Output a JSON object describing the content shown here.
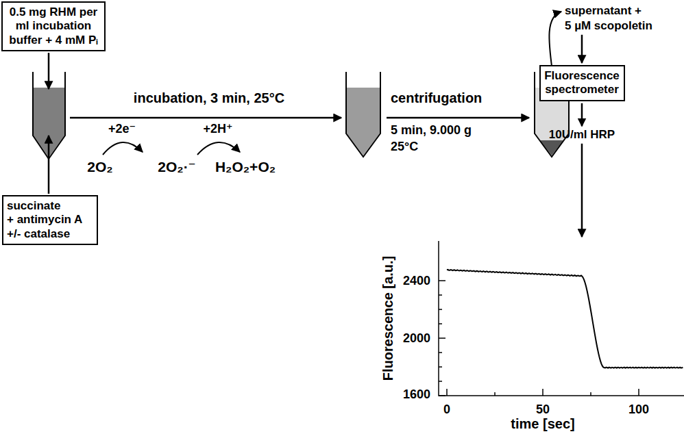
{
  "diagram": {
    "nodes": [
      {
        "text": [
          "0.5 mg RHM per ml incubation buffer + 4 mM Pᵢ"
        ]
      },
      {
        "text": [
          "succinate",
          "+ antimycin A",
          "+/- catalase"
        ]
      },
      {
        "text": [
          "Fluorescence spectrometer"
        ]
      }
    ],
    "labels": [
      "incubation, 3 min, 25°C",
      "+2e⁻",
      "+2H⁺",
      "2O₂",
      "2O₂·⁻",
      "H₂O₂+O₂",
      "centrifugation",
      "5 min, 9.000 g",
      "25°C",
      "supernatant +",
      "5 µM scopoletin",
      "10U/ml HRP",
      "2400",
      "2000",
      "1600",
      "0",
      "50",
      "100",
      "Fluorescence [a.u.]",
      "time [sec]"
    ]
  }
}
